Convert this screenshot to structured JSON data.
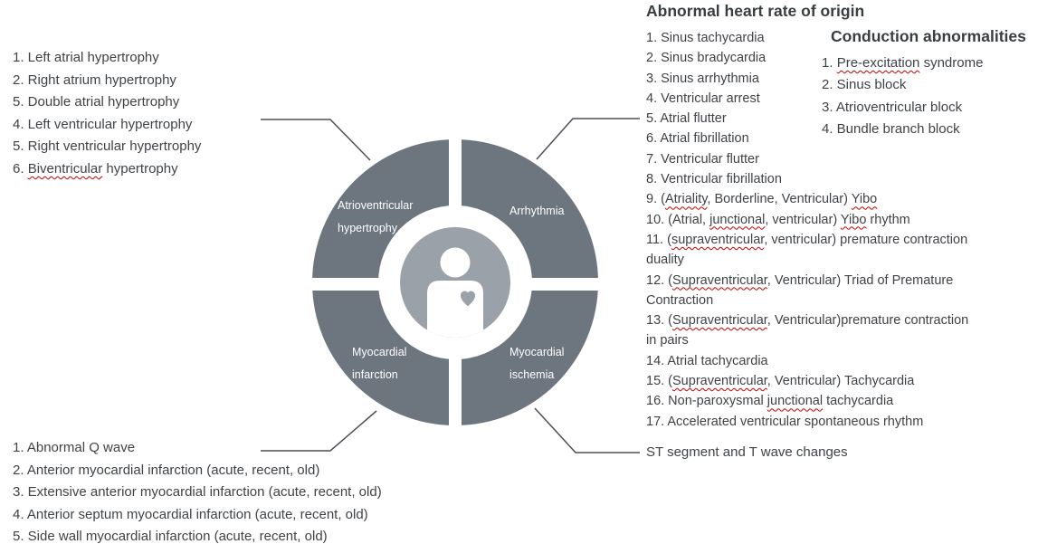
{
  "colors": {
    "wheel_quadrant": "#6d757e",
    "wheel_center_disc": "#9ba1a8",
    "connector_line": "#4a5056",
    "body_text": "#3f4347",
    "heading_text": "#393e41",
    "spellcheck_underline": "#c40000",
    "quadrant_label_text": "#ffffff"
  },
  "headings": {
    "arrhythmia_origin": "Abnormal heart rate of origin",
    "conduction": "Conduction abnormalities"
  },
  "notes": {
    "st_segment": "ST segment and T wave changes"
  },
  "wheel": {
    "center_icon": "person-heart-icon",
    "quadrants": [
      {
        "name": "atrioventricular-hypertrophy",
        "lines": [
          "Atrioventricular",
          "hypertrophy"
        ]
      },
      {
        "name": "arrhythmia",
        "lines": [
          "Arrhythmia"
        ]
      },
      {
        "name": "myocardial-infarction",
        "lines": [
          "Myocardial",
          "infarction"
        ]
      },
      {
        "name": "myocardial-ischemia",
        "lines": [
          "Myocardial",
          "ischemia"
        ]
      }
    ]
  },
  "lists": {
    "hypertrophy": {
      "items": [
        {
          "text": "1. Left atrial hypertrophy"
        },
        {
          "text": "2. Right atrium hypertrophy"
        },
        {
          "text": "5. Double atrial hypertrophy"
        },
        {
          "text": "4. Left ventricular hypertrophy"
        },
        {
          "text": "5. Right ventricular hypertrophy"
        },
        {
          "text": "6. Biventricular hypertrophy",
          "spell": [
            "Biventricular"
          ]
        }
      ]
    },
    "arrhythmia": {
      "items": [
        {
          "text": "1. Sinus tachycardia"
        },
        {
          "text": "2. Sinus bradycardia"
        },
        {
          "text": "3. Sinus arrhythmia"
        },
        {
          "text": "4. Ventricular arrest"
        },
        {
          "text": "5. Atrial flutter"
        },
        {
          "text": "6. Atrial fibrillation"
        },
        {
          "text": "7. Ventricular flutter"
        },
        {
          "text": "8. Ventricular fibrillation"
        },
        {
          "text": "9. (Atriality, Borderline, Ventricular) Yibo",
          "spell": [
            "Atriality",
            "Yibo"
          ]
        },
        {
          "text": "10. (Atrial, junctional, ventricular) Yibo rhythm",
          "spell": [
            "junctional",
            "Yibo"
          ]
        },
        {
          "text": "11. (supraventricular, ventricular) premature contraction duality",
          "spell": [
            "supraventricular"
          ]
        },
        {
          "text": "12. (Supraventricular, Ventricular) Triad of Premature Contraction",
          "spell": [
            "Supraventricular"
          ]
        },
        {
          "text": "13. (Supraventricular, Ventricular)premature contraction in pairs",
          "spell": [
            "Supraventricular"
          ]
        },
        {
          "text": "14. Atrial tachycardia"
        },
        {
          "text": "15. (Supraventricular, Ventricular) Tachycardia",
          "spell": [
            "Supraventricular"
          ]
        },
        {
          "text": "16. Non-paroxysmal junctional tachycardia",
          "spell": [
            "junctional"
          ]
        },
        {
          "text": "17. Accelerated ventricular spontaneous rhythm"
        }
      ]
    },
    "conduction": {
      "items": [
        {
          "text": "1. Pre-excitation syndrome",
          "spell": [
            "Pre-excitation"
          ]
        },
        {
          "text": "2. Sinus block"
        },
        {
          "text": "3. Atrioventricular block"
        },
        {
          "text": "4. Bundle branch block"
        }
      ]
    },
    "infarction": {
      "items": [
        {
          "text": "1. Abnormal Q wave"
        },
        {
          "text": "2. Anterior myocardial infarction (acute, recent, old)"
        },
        {
          "text": "3. Extensive anterior myocardial infarction (acute, recent, old)"
        },
        {
          "text": "4. Anterior septum myocardial infarction (acute, recent, old)"
        },
        {
          "text": "5. Side wall myocardial infarction (acute, recent, old)"
        }
      ]
    }
  }
}
